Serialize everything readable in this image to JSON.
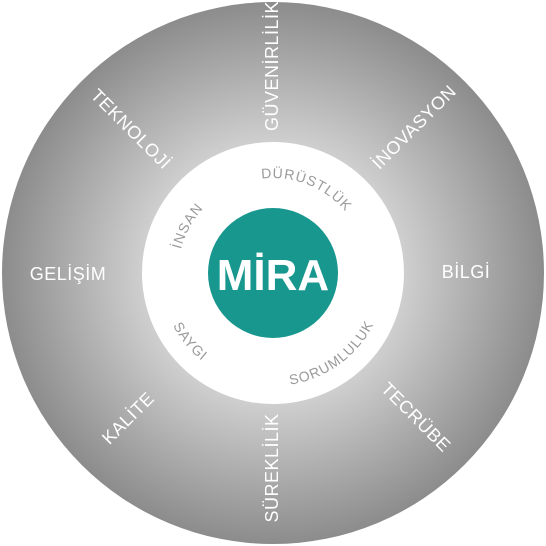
{
  "colors": {
    "outer_ring_light": "#d9d9d9",
    "outer_ring_dark": "#8c8c8c",
    "inner_ring": "#ffffff",
    "center": "#18978f",
    "outer_text": "#ffffff",
    "inner_text": "#9a9a9a"
  },
  "center": {
    "label": "MİRA"
  },
  "inner_values": [
    {
      "label": "DÜRÜSTLÜK"
    },
    {
      "label": "SAYGI"
    },
    {
      "label": "SORUMLULUK"
    },
    {
      "label": "İNSAN"
    }
  ],
  "outer_values": [
    {
      "label": "GÜVENİRLİLİK"
    },
    {
      "label": "İNOVASYON"
    },
    {
      "label": "BİLGİ"
    },
    {
      "label": "TECRÜBE"
    },
    {
      "label": "SÜREKLİLİK"
    },
    {
      "label": "KALİTE"
    },
    {
      "label": "GELİŞİM"
    },
    {
      "label": "TEKNOLOJİ"
    }
  ]
}
